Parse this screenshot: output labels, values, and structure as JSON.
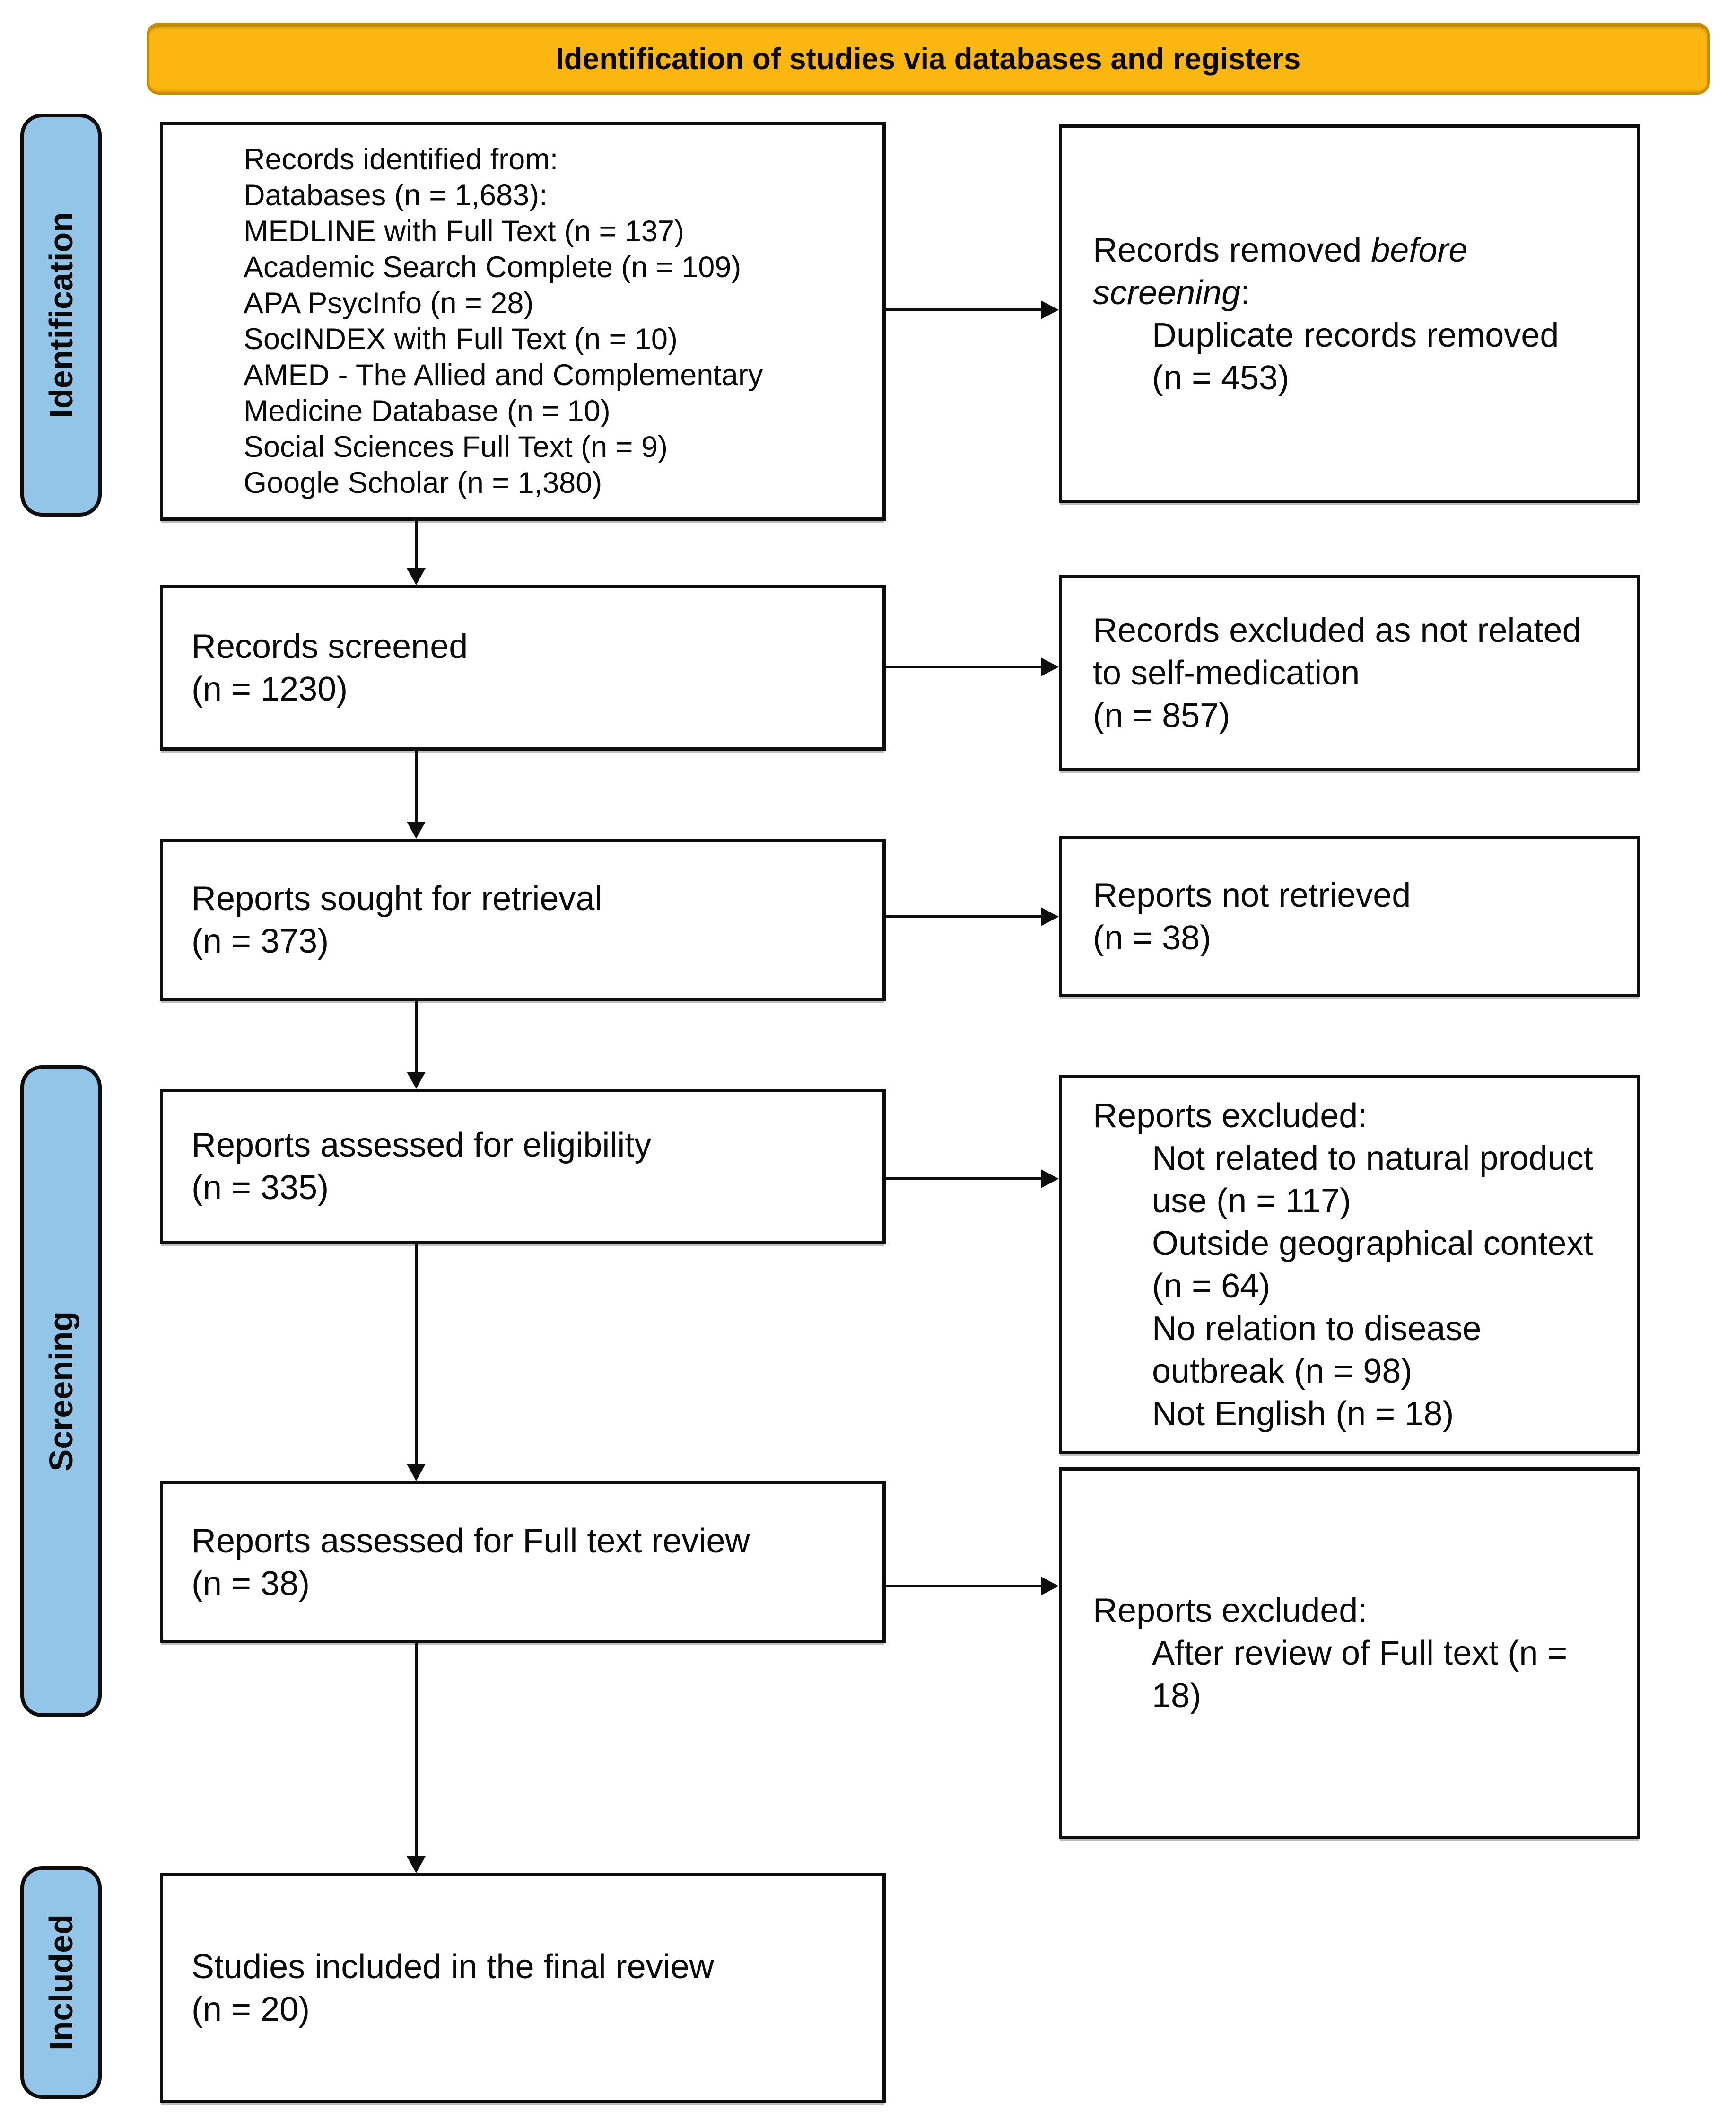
{
  "header": {
    "title": "Identification of studies via databases and registers"
  },
  "stages": [
    {
      "label": "Identification"
    },
    {
      "label": "Screening"
    },
    {
      "label": "Included"
    }
  ],
  "colors": {
    "banner_bg": "#FBB612",
    "banner_border": "#C98C00",
    "stage_label_bg": "#93C5E9",
    "box_border": "#0d0d0d"
  },
  "boxes": {
    "records_identified": {
      "lines": [
        "Records identified from:",
        "Databases (n = 1,683):",
        "MEDLINE with Full Text (n = 137)",
        "Academic Search Complete (n = 109)",
        "APA PsycInfo (n = 28)",
        "SocINDEX with Full Text (n = 10)",
        "AMED - The Allied and Complementary",
        "Medicine Database (n = 10)",
        "Social Sciences Full Text (n = 9)",
        "Google Scholar (n = 1,380)"
      ]
    },
    "records_removed": {
      "seg_normal1": "Records removed ",
      "seg_italic1": "before",
      "seg_italic2": "screening",
      "seg_colon": ":",
      "indent_lines": [
        "Duplicate records removed",
        "(n = 453)"
      ]
    },
    "records_screened": {
      "lines": [
        "Records screened",
        "(n = 1230)"
      ]
    },
    "records_excluded": {
      "lines": [
        "Records excluded as not related",
        "to self-medication",
        "(n = 857)"
      ]
    },
    "reports_sought": {
      "lines": [
        "Reports sought for retrieval",
        "(n = 373)"
      ]
    },
    "reports_not_retrieved": {
      "lines": [
        "Reports not retrieved",
        "(n = 38)"
      ]
    },
    "reports_assessed_eligibility": {
      "lines": [
        "Reports assessed for eligibility",
        "(n = 335)"
      ]
    },
    "reports_excluded_eligibility": {
      "header": "Reports excluded:",
      "indent_lines": [
        "Not related to natural product",
        "use (n = 117)",
        "Outside geographical context",
        "(n = 64)",
        "No relation to disease",
        "outbreak (n = 98)",
        "Not English (n = 18)"
      ]
    },
    "reports_assessed_fulltext": {
      "lines": [
        "Reports assessed for Full text review",
        "(n = 38)"
      ]
    },
    "reports_excluded_fulltext": {
      "header": "Reports excluded:",
      "indent_lines": [
        "After review of Full text (n =",
        "18)"
      ]
    },
    "studies_included": {
      "lines": [
        "Studies included in the final review",
        "(n = 20)"
      ]
    }
  }
}
